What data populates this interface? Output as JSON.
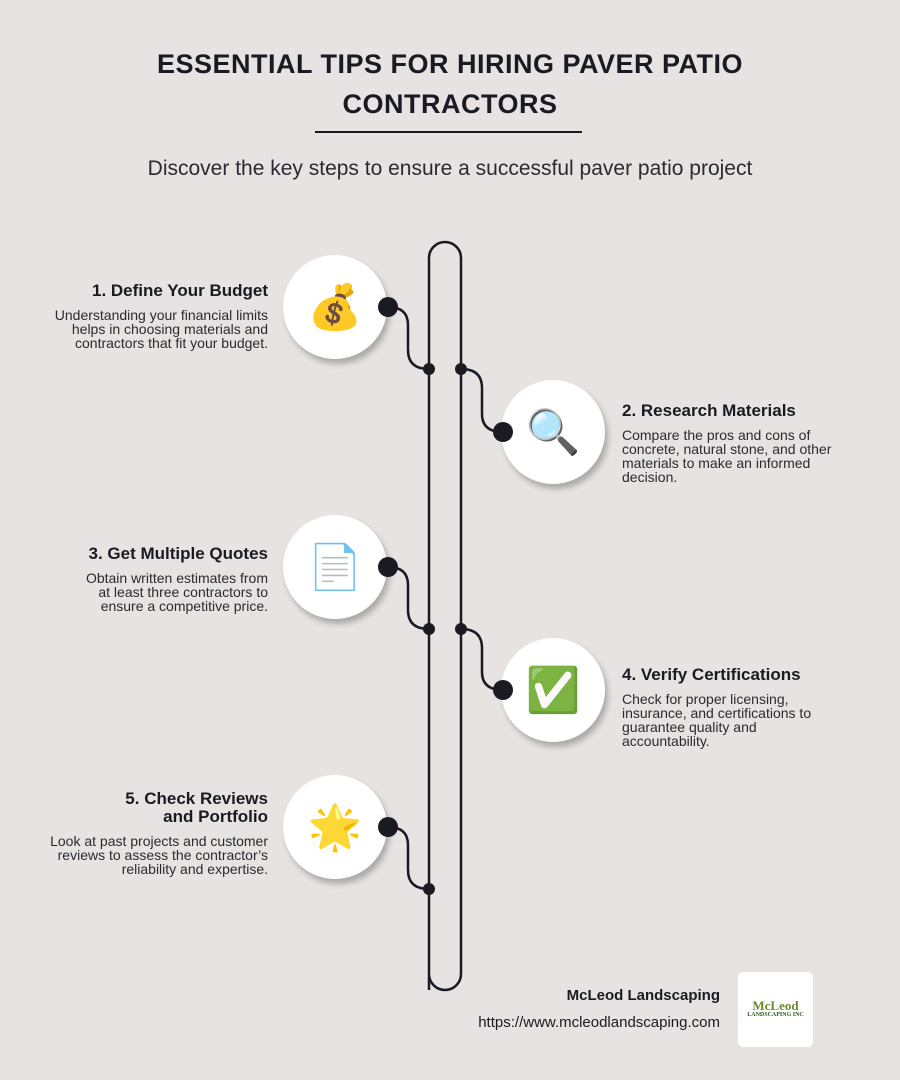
{
  "header": {
    "title_line1": "ESSENTIAL TIPS FOR HIRING PAVER PATIO",
    "title_line2": "CONTRACTORS",
    "subtitle": "Discover the key steps to ensure a successful paver patio project"
  },
  "steps": [
    {
      "title": "1. Define Your Budget",
      "text": "Understanding your financial limits helps in choosing materials and contractors that fit your budget.",
      "icon": "money-bag-icon",
      "glyph": "💰"
    },
    {
      "title": "2. Research Materials",
      "text": "Compare the pros and cons of concrete, natural stone, and other materials to make an informed decision.",
      "icon": "magnifying-glass-icon",
      "glyph": "🔍"
    },
    {
      "title": "3. Get Multiple Quotes",
      "text": "Obtain written estimates from at least three contractors to ensure a competitive price.",
      "icon": "document-icon",
      "glyph": "📄"
    },
    {
      "title": "4. Verify Certifications",
      "text": "Check for proper licensing, insurance, and certifications to guarantee quality and accountability.",
      "icon": "check-mark-icon",
      "glyph": "✅"
    },
    {
      "title": "5. Check Reviews and Portfolio",
      "text": "Look at past projects and customer reviews to assess the contractor’s reliability and expertise.",
      "icon": "star-icon",
      "glyph": "🌟"
    }
  ],
  "footer": {
    "brand": "McLeod Landscaping",
    "url": "https://www.mcleodlandscaping.com",
    "logo_line1": "McLeod",
    "logo_line2": "LANDSCAPING INC"
  },
  "colors": {
    "background": "#e6e3e2",
    "line": "#1a1a22",
    "card": "#ffffff"
  }
}
